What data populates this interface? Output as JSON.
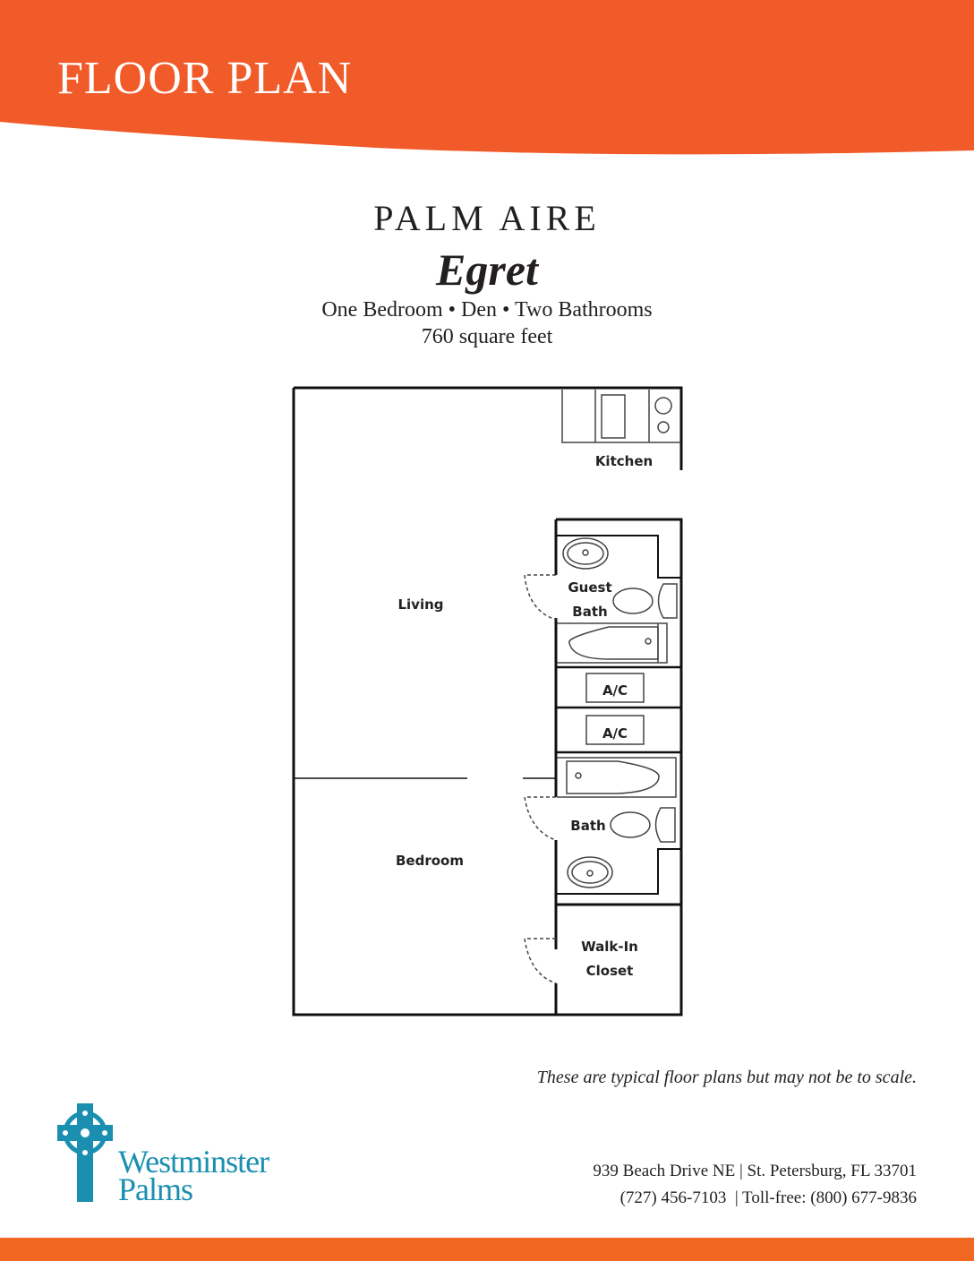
{
  "header": {
    "title": "FLOOR PLAN"
  },
  "community": "PALM AIRE",
  "model": "Egret",
  "description": "One Bedroom • Den • Two Bathrooms",
  "area": "760 square feet",
  "rooms": {
    "kitchen": "Kitchen",
    "living": "Living",
    "guest_bath_1": "Guest",
    "guest_bath_2": "Bath",
    "ac_1": "A/C",
    "ac_2": "A/C",
    "bath": "Bath",
    "bedroom": "Bedroom",
    "closet_1": "Walk-In",
    "closet_2": "Closet"
  },
  "disclaimer": "These are typical floor plans but may not be to scale.",
  "logo": {
    "line1": "Westminster",
    "line2": "Palms"
  },
  "contact": {
    "address": "939 Beach Drive NE | St. Petersburg, FL 33701",
    "phone": "(727) 456-7103  | Toll-free: (800) 677-9836"
  },
  "colors": {
    "brand_orange": "#f15a29",
    "logo_teal": "#1a8fb0"
  }
}
